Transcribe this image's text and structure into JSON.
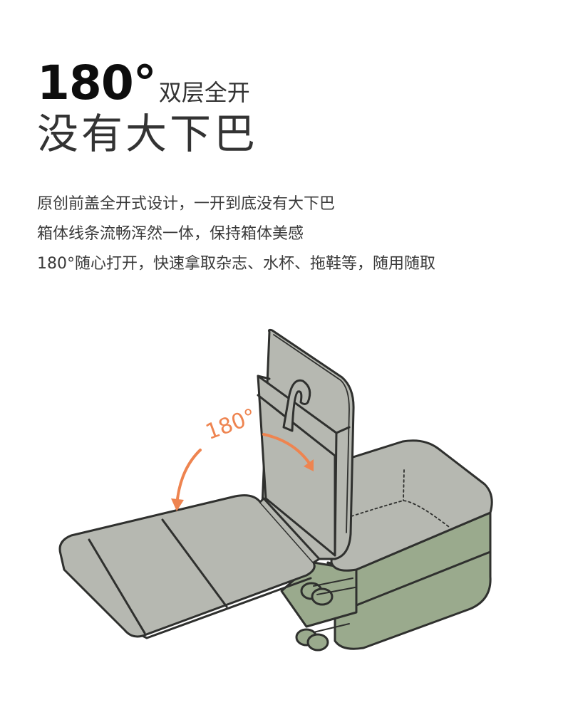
{
  "headline": {
    "angle": "180°",
    "subtitle": "双层全开",
    "title": "没有大下巴"
  },
  "description": [
    "原创前盖全开式设计，一开到底没有大下巴",
    "箱体线条流畅浑然一体，保持箱体美感",
    "180°随心打开，快速拿取杂志、水杯、拖鞋等，随用随取"
  ],
  "illustration": {
    "angle_label": "180°",
    "colors": {
      "shell_gray": "#b6b8b1",
      "body_green": "#9aaa8d",
      "outline": "#2f302e",
      "arrow_orange": "#ee8450"
    }
  }
}
